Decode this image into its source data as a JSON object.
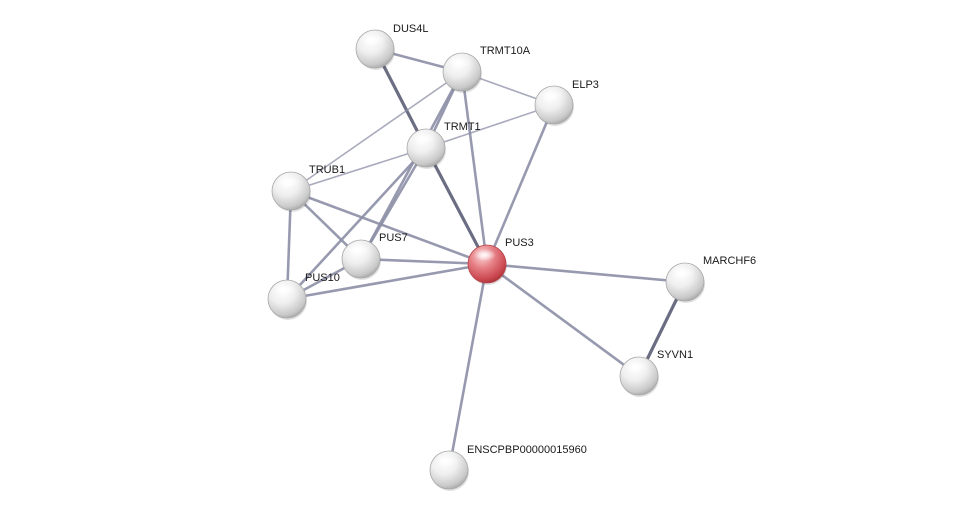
{
  "network": {
    "query_protein": "PUS3",
    "colors": {
      "query_node": "#d9666c",
      "node": "#e4e4e4",
      "edge": "#8c8fa6",
      "edge_strong": "#5b5e75",
      "label": "#1a1a1a"
    },
    "nodes": [
      {
        "id": "DUS4L",
        "label": "DUS4L",
        "query": false
      },
      {
        "id": "TRMT10A",
        "label": "TRMT10A",
        "query": false
      },
      {
        "id": "ELP3",
        "label": "ELP3",
        "query": false
      },
      {
        "id": "TRMT1",
        "label": "TRMT1",
        "query": false
      },
      {
        "id": "TRUB1",
        "label": "TRUB1",
        "query": false
      },
      {
        "id": "PUS7",
        "label": "PUS7",
        "query": false
      },
      {
        "id": "PUS3",
        "label": "PUS3",
        "query": true
      },
      {
        "id": "PUS10",
        "label": "PUS10",
        "query": false
      },
      {
        "id": "MARCHF6",
        "label": "MARCHF6",
        "query": false
      },
      {
        "id": "SYVN1",
        "label": "SYVN1",
        "query": false
      },
      {
        "id": "ENSCPBP00000015960",
        "label": "ENSCPBP00000015960",
        "query": false
      }
    ],
    "edges": [
      {
        "source": "DUS4L",
        "target": "TRMT10A",
        "strength": "medium"
      },
      {
        "source": "DUS4L",
        "target": "TRMT1",
        "strength": "strong"
      },
      {
        "source": "TRMT10A",
        "target": "ELP3",
        "strength": "weak"
      },
      {
        "source": "TRMT10A",
        "target": "TRMT1",
        "strength": "medium"
      },
      {
        "source": "TRMT10A",
        "target": "TRUB1",
        "strength": "weak"
      },
      {
        "source": "TRMT10A",
        "target": "PUS7",
        "strength": "medium"
      },
      {
        "source": "TRMT10A",
        "target": "PUS3",
        "strength": "medium"
      },
      {
        "source": "ELP3",
        "target": "TRMT1",
        "strength": "weak"
      },
      {
        "source": "ELP3",
        "target": "PUS3",
        "strength": "medium"
      },
      {
        "source": "TRMT1",
        "target": "TRUB1",
        "strength": "weak"
      },
      {
        "source": "TRMT1",
        "target": "PUS7",
        "strength": "medium"
      },
      {
        "source": "TRMT1",
        "target": "PUS10",
        "strength": "medium"
      },
      {
        "source": "TRMT1",
        "target": "PUS3",
        "strength": "strong"
      },
      {
        "source": "TRUB1",
        "target": "PUS7",
        "strength": "medium"
      },
      {
        "source": "TRUB1",
        "target": "PUS10",
        "strength": "medium"
      },
      {
        "source": "TRUB1",
        "target": "PUS3",
        "strength": "medium"
      },
      {
        "source": "PUS7",
        "target": "PUS3",
        "strength": "medium"
      },
      {
        "source": "PUS7",
        "target": "PUS10",
        "strength": "medium"
      },
      {
        "source": "PUS10",
        "target": "PUS3",
        "strength": "medium"
      },
      {
        "source": "PUS3",
        "target": "MARCHF6",
        "strength": "medium"
      },
      {
        "source": "PUS3",
        "target": "SYVN1",
        "strength": "medium"
      },
      {
        "source": "PUS3",
        "target": "ENSCPBP00000015960",
        "strength": "medium"
      },
      {
        "source": "MARCHF6",
        "target": "SYVN1",
        "strength": "strong"
      }
    ]
  }
}
